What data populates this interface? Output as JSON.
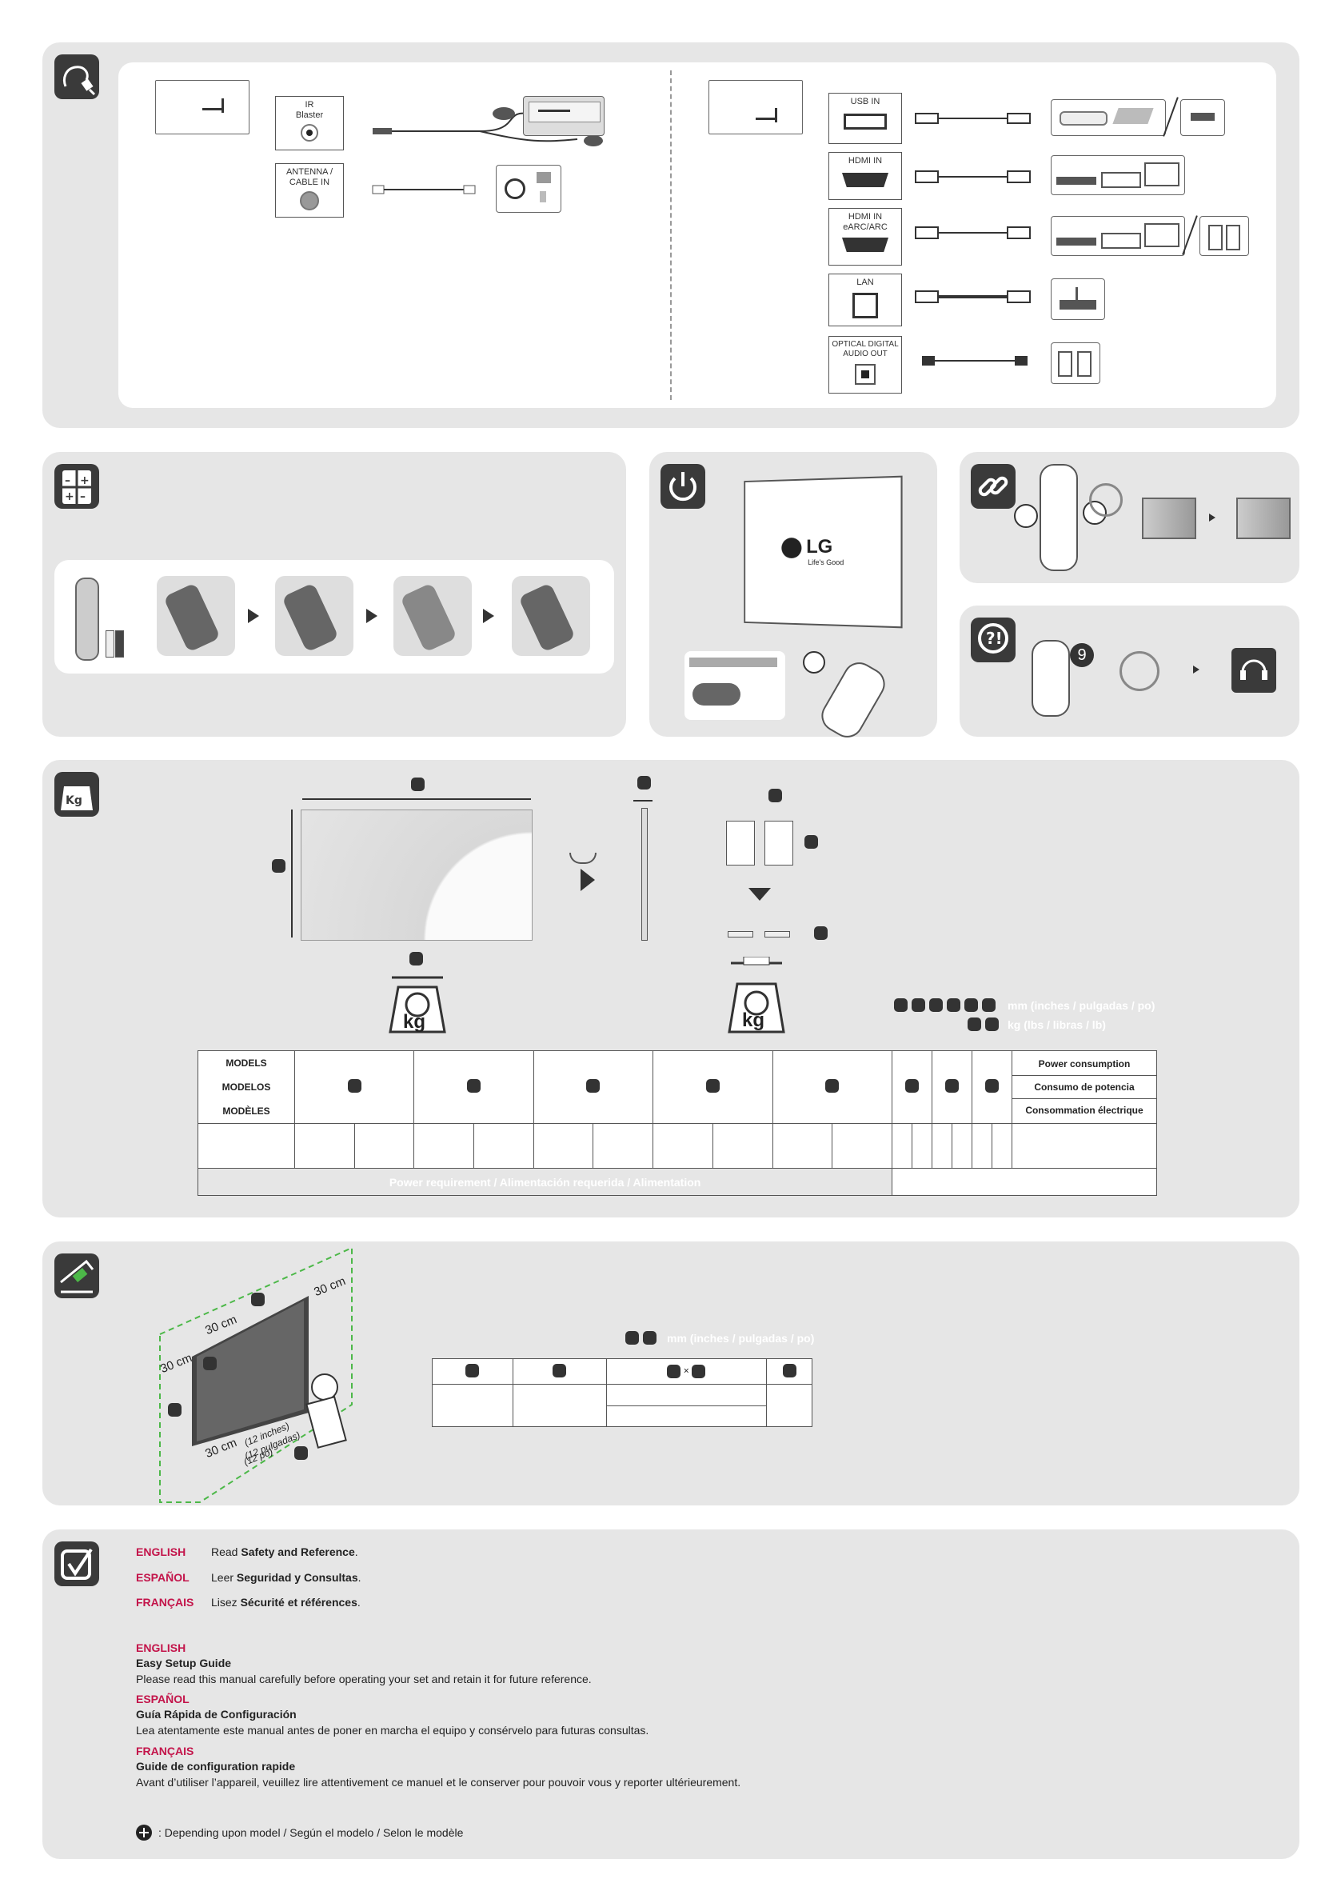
{
  "connections": {
    "left_ports": [
      {
        "label": "IR\nBlaster"
      },
      {
        "label": "ANTENNA /\nCABLE IN"
      }
    ],
    "right_ports": [
      {
        "label": "USB IN"
      },
      {
        "label": "HDMI IN"
      },
      {
        "label": "HDMI IN\neARC/ARC"
      },
      {
        "label": "LAN"
      },
      {
        "label": "OPTICAL DIGITAL\nAUDIO OUT"
      }
    ]
  },
  "power": {
    "logo_text": "LG",
    "tagline": "Life's Good"
  },
  "help": {
    "step_number": "9"
  },
  "dimensions": {
    "weight_unit": "kg",
    "units_dim": "mm (inches / pulgadas / po)",
    "units_weight": "kg (lbs / libras / lb)",
    "table": {
      "header_models": [
        "MODELS",
        "MODELOS",
        "MODÈLES"
      ],
      "header_power": [
        "Power consumption",
        "Consumo de potencia",
        "Consommation électrique"
      ],
      "power_requirement": "Power requirement / Alimentación requerida / Alimentation"
    }
  },
  "wall_mount": {
    "distance_labels": [
      "30 cm",
      "30 cm",
      "30 cm",
      "30 cm"
    ],
    "inch_labels": [
      "(12 inches)",
      "(12 pulgadas)",
      "(12 po)"
    ],
    "units": "mm (inches / pulgadas / po)",
    "times_symbol": "×"
  },
  "info": {
    "read_lines": [
      {
        "lang": "ENGLISH",
        "prefix": "Read ",
        "doc": "Safety and Reference",
        "suffix": "."
      },
      {
        "lang": "ESPAÑOL",
        "prefix": "Leer ",
        "doc": "Seguridad y Consultas",
        "suffix": "."
      },
      {
        "lang": "FRANÇAIS",
        "prefix": "Lisez ",
        "doc": "Sécurité et références",
        "suffix": "."
      }
    ],
    "guides": [
      {
        "lang": "ENGLISH",
        "title": "Easy Setup Guide",
        "body": "Please read this manual carefully before operating your set and retain it for future reference."
      },
      {
        "lang": "ESPAÑOL",
        "title": "Guía Rápida de Configuración",
        "body": "Lea atentamente este manual antes de poner en marcha el equipo y consérvelo para futuras consultas."
      },
      {
        "lang": "FRANÇAIS",
        "title": "Guide de configuration rapide",
        "body": "Avant d’utiliser l’appareil, veuillez lire attentivement ce manuel et le conserver pour pouvoir vous y reporter ultérieurement."
      }
    ],
    "footnote": ": Depending upon model / Según el modelo / Selon le modèle"
  },
  "colors": {
    "panel": "#e6e6e6",
    "accent": "#c3144a",
    "icon_bg": "#3a3a3a",
    "green_dash": "#4cb848"
  }
}
